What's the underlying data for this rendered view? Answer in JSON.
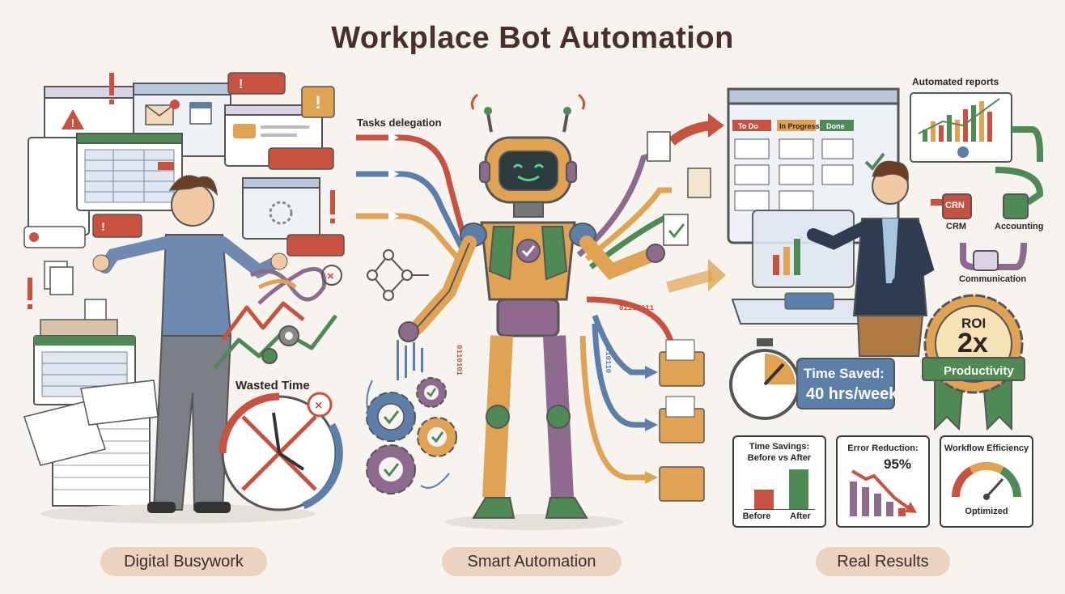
{
  "title": "Workplace Bot Automation",
  "sections": {
    "left": {
      "label": "Digital Busywork",
      "wasted_time": "Wasted Time"
    },
    "middle": {
      "label": "Smart Automation",
      "tasks_delegation": "Tasks delegation",
      "binary_1": "01101011",
      "binary_2": "010110",
      "binary_3": "0110101"
    },
    "right": {
      "label": "Real Results",
      "automated_reports": "Automated reports",
      "kanban": {
        "todo": "To Do",
        "in_progress": "In Progress",
        "done": "Done"
      },
      "flow": {
        "crm_box": "CRN",
        "crm": "CRM",
        "accounting": "Accounting",
        "communication": "Communication"
      },
      "time_saved": {
        "title": "Time Saved:",
        "value": "40 hrs/week"
      },
      "roi": {
        "title": "ROI",
        "value": "2x",
        "ribbon": "Productivity"
      },
      "cards": {
        "time_savings": {
          "title_1": "Time Savings:",
          "title_2": "Before vs After",
          "before": "Before",
          "after": "After"
        },
        "error_reduction": {
          "title": "Error Reduction:",
          "value": "95%"
        },
        "workflow": {
          "title": "Workflow Efficiency",
          "status": "Optimized"
        }
      }
    }
  },
  "colors": {
    "background": "#f7f4ef",
    "red": "#c9513f",
    "blue": "#5b7fa8",
    "orange": "#e0a253",
    "green": "#4f8a55",
    "purple": "#8e6a8e",
    "pill": "#ecd3bf"
  },
  "icons": [
    "warning-icon",
    "envelope-icon",
    "calendar-icon",
    "chat-icon",
    "loading-icon",
    "clock-icon",
    "stopwatch-icon",
    "gear-icon",
    "document-icon",
    "folder-icon",
    "robot-icon",
    "checkmark-icon",
    "chart-icon",
    "award-badge-icon",
    "gauge-icon"
  ]
}
